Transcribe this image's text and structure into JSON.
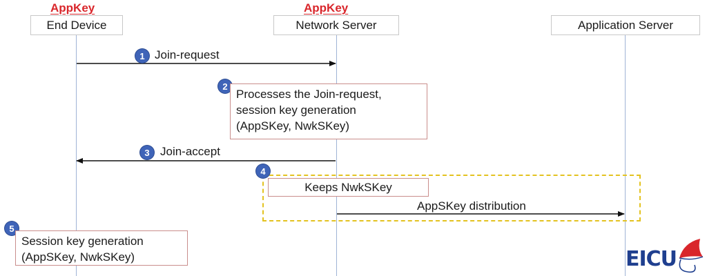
{
  "participants": {
    "end_device": {
      "label": "End Device",
      "key": "AppKey"
    },
    "network_server": {
      "label": "Network Server",
      "key": "AppKey"
    },
    "application_server": {
      "label": "Application Server"
    }
  },
  "steps": {
    "s1": {
      "number": "1",
      "message": "Join-request"
    },
    "s2": {
      "number": "2",
      "note_lines": [
        "Processes the Join-request,",
        "session key generation",
        "(AppSKey, NwkSKey)"
      ]
    },
    "s3": {
      "number": "3",
      "message": "Join-accept"
    },
    "s4": {
      "number": "4",
      "note": "Keeps NwkSKey",
      "message": "AppSKey distribution"
    },
    "s5": {
      "number": "5",
      "note_lines": [
        "Session key generation",
        "(AppSKey, NwkSKey)"
      ]
    }
  },
  "logo": {
    "text": "EICU"
  },
  "colors": {
    "key_label": "#d9262b",
    "step_badge": "#3f64b8",
    "group_dash": "#e3c21f",
    "note_border": "#c98d8b",
    "lifeline": "#9fb3d6"
  }
}
